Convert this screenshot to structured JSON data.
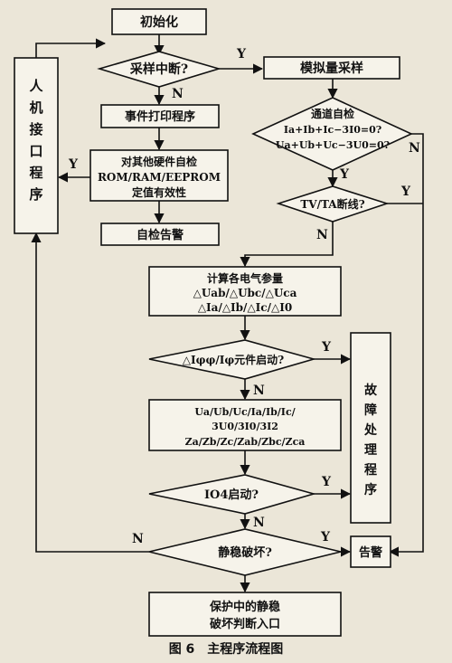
{
  "nodes": {
    "init": "初始化",
    "sample_interrupt": "采样中断?",
    "analog_sample": "模拟量采样",
    "event_print": "事件打印程序",
    "hw_selfcheck": [
      "对其他硬件自检",
      "ROM/RAM/EEPROM",
      "定值有效性"
    ],
    "selfcheck_alarm": "自检告警",
    "hmi": [
      "人",
      "机",
      "接",
      "口",
      "程",
      "序"
    ],
    "channel_check": [
      "通道自检",
      "Ia+Ib+Ic−3I0=0?",
      "Ua+Ub+Uc−3U0=0?"
    ],
    "tvta_break": "TV/TA断线?",
    "compute": [
      "计算各电气参量",
      "△Uab/△Ubc/△Uca",
      "△Ia/△Ib/△Ic/△I0"
    ],
    "component_start": "△Iφφ/Iφ元件启动?",
    "quantities": [
      "Ua/Ub/Uc/Ia/Ib/Ic/",
      "3U0/3I0/3I2",
      "Za/Zb/Zc/Zab/Zbc/Zca"
    ],
    "fault": [
      "故",
      "障",
      "处",
      "理",
      "程",
      "序"
    ],
    "io4_start": "IO4启动?",
    "static_damage": "静稳破坏?",
    "alarm": "告警",
    "entry": [
      "保护中的静稳",
      "破坏判断入口"
    ]
  },
  "labels": {
    "yes": "Y",
    "no": "N"
  },
  "caption": "图 6　主程序流程图"
}
